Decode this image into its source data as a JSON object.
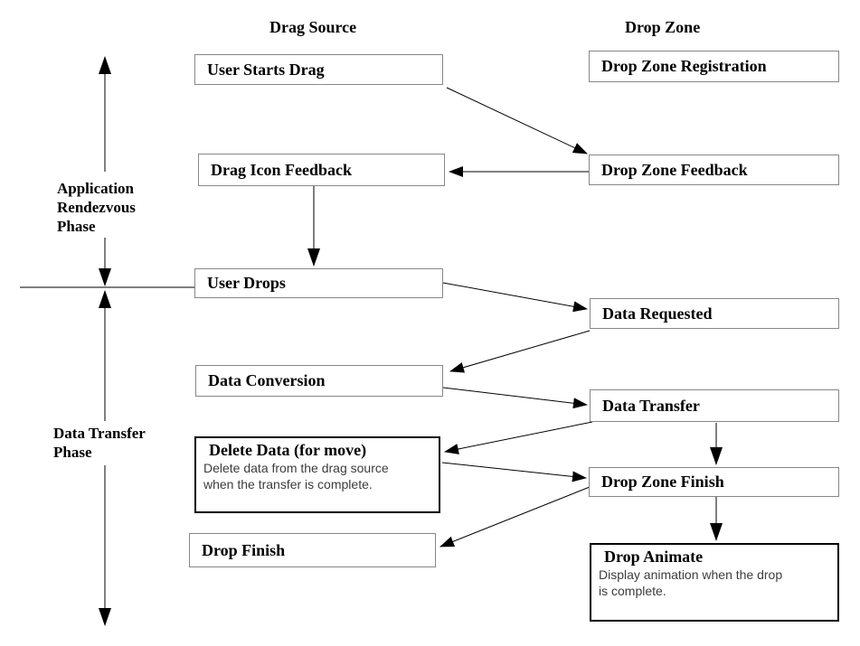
{
  "headers": {
    "drag_source": "Drag Source",
    "drop_zone": "Drop Zone"
  },
  "phases": {
    "application_rendezvous": "Application\nRendezvous\nPhase",
    "data_transfer": "Data Transfer\nPhase"
  },
  "nodes": {
    "user_starts_drag": {
      "label": "User Starts Drag"
    },
    "drop_zone_registration": {
      "label": "Drop Zone Registration"
    },
    "drag_icon_feedback": {
      "label": "Drag Icon Feedback"
    },
    "drop_zone_feedback": {
      "label": "Drop Zone Feedback"
    },
    "user_drops": {
      "label": "User Drops"
    },
    "data_requested": {
      "label": "Data Requested"
    },
    "data_conversion": {
      "label": "Data Conversion"
    },
    "data_transfer": {
      "label": "Data Transfer"
    },
    "delete_data": {
      "label": "Delete Data (for move)",
      "description": "Delete data from the drag source\nwhen the transfer is complete."
    },
    "drop_zone_finish": {
      "label": "Drop Zone Finish"
    },
    "drop_finish": {
      "label": "Drop Finish"
    },
    "drop_animate": {
      "label": "Drop Animate",
      "description": "Display animation when the drop\nis complete."
    }
  },
  "edges": [
    {
      "from": "user_starts_drag",
      "to": "drop_zone_feedback"
    },
    {
      "from": "drop_zone_feedback",
      "to": "drag_icon_feedback"
    },
    {
      "from": "drag_icon_feedback",
      "to": "user_drops"
    },
    {
      "from": "user_drops",
      "to": "data_requested"
    },
    {
      "from": "data_requested",
      "to": "data_conversion"
    },
    {
      "from": "data_conversion",
      "to": "data_transfer"
    },
    {
      "from": "data_transfer",
      "to": "delete_data"
    },
    {
      "from": "data_transfer",
      "to": "drop_zone_finish"
    },
    {
      "from": "delete_data",
      "to": "drop_zone_finish"
    },
    {
      "from": "drop_zone_finish",
      "to": "drop_finish"
    },
    {
      "from": "drop_zone_finish",
      "to": "drop_animate"
    }
  ],
  "colors": {
    "background": "#ffffff",
    "box_border": "#878787",
    "emphasis_border": "#000000",
    "line": "#000000",
    "text": "#000000",
    "description_text": "#3c3c3c"
  }
}
